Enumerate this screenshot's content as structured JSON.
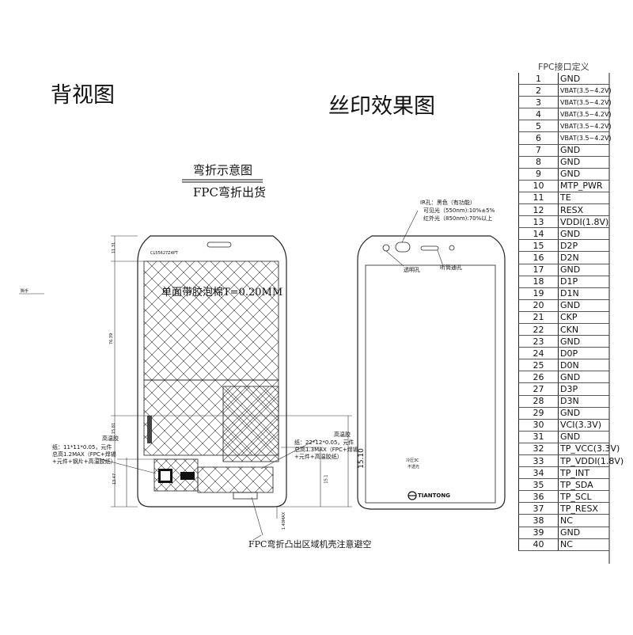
{
  "titles": {
    "rear_view": "背视图",
    "silkscreen_effect": "丝印效果图",
    "bend_diagram": "弯折示意图",
    "fpc_bend_ship": "FPC弯折出货"
  },
  "pin_table_header": "FPC接口定义",
  "pins": [
    {
      "num": "1",
      "sig": "GND"
    },
    {
      "num": "2",
      "sig": "VBAT(3.5~4.2V)"
    },
    {
      "num": "3",
      "sig": "VBAT(3.5~4.2V)"
    },
    {
      "num": "4",
      "sig": "VBAT(3.5~4.2V)"
    },
    {
      "num": "5",
      "sig": "VBAT(3.5~4.2V)"
    },
    {
      "num": "6",
      "sig": "VBAT(3.5~4.2V)"
    },
    {
      "num": "7",
      "sig": "GND"
    },
    {
      "num": "8",
      "sig": "GND"
    },
    {
      "num": "9",
      "sig": "GND"
    },
    {
      "num": "10",
      "sig": "MTP_PWR"
    },
    {
      "num": "11",
      "sig": "TE"
    },
    {
      "num": "12",
      "sig": "RESX"
    },
    {
      "num": "13",
      "sig": "VDDI(1.8V)"
    },
    {
      "num": "14",
      "sig": "GND"
    },
    {
      "num": "15",
      "sig": "D2P"
    },
    {
      "num": "16",
      "sig": "D2N"
    },
    {
      "num": "17",
      "sig": "GND"
    },
    {
      "num": "18",
      "sig": "D1P"
    },
    {
      "num": "19",
      "sig": "D1N"
    },
    {
      "num": "20",
      "sig": "GND"
    },
    {
      "num": "21",
      "sig": "CKP"
    },
    {
      "num": "22",
      "sig": "CKN"
    },
    {
      "num": "23",
      "sig": "GND"
    },
    {
      "num": "24",
      "sig": "D0P"
    },
    {
      "num": "25",
      "sig": "D0N"
    },
    {
      "num": "26",
      "sig": "GND"
    },
    {
      "num": "27",
      "sig": "D3P"
    },
    {
      "num": "28",
      "sig": "D3N"
    },
    {
      "num": "29",
      "sig": "GND"
    },
    {
      "num": "30",
      "sig": "VCI(3.3V)"
    },
    {
      "num": "31",
      "sig": "GND"
    },
    {
      "num": "32",
      "sig": "TP_VCC(3.3V)"
    },
    {
      "num": "33",
      "sig": "TP_VDDI(1.8V)"
    },
    {
      "num": "34",
      "sig": "TP_INT"
    },
    {
      "num": "35",
      "sig": "TP_SDA"
    },
    {
      "num": "36",
      "sig": "TP_SCL"
    },
    {
      "num": "37",
      "sig": "TP_RESX"
    },
    {
      "num": "38",
      "sig": "NC"
    },
    {
      "num": "39",
      "sig": "GND"
    },
    {
      "num": "40",
      "sig": "NC"
    }
  ],
  "labels": {
    "pull_tab": "撕手",
    "foam": "单面带胶泡棉T=0.20MM",
    "part_no": "CL55627Z4PT",
    "tape1_title": "高温胶",
    "tape1_l1": "纸：11*11*0.05，元件",
    "tape1_l2": "总高1.2MAX（FPC+焊锡",
    "tape1_l3": "+元件+钢片+高温胶纸）",
    "tape2_title": "高温胶",
    "tape2_l1": "纸：22*12*0.05，元件",
    "tape2_l2": "总高1.3MAX（FPC+焊锡",
    "tape2_l3": "+元件+高温胶纸）",
    "fpc_note": "FPC弯折凸出区域机壳注意避空",
    "ir_l1": "IR孔：黑色（有功能）",
    "ir_l2": "可见光（550nm):10%±5%",
    "ir_l3": "红外光（850nm):70%以上",
    "transparent_hole": "透明孔",
    "receiver_hole": "听筒通孔",
    "cold_press_l1": "冷压3C",
    "cold_press_l2": "不透光",
    "brand": "TIANTONG"
  },
  "dimensions": {
    "d1": "15.10",
    "d2": "15.1",
    "d3": "15.81",
    "d4": "76.39",
    "d5": "11.31",
    "d6": "13.47",
    "d7": "1.40MAX"
  }
}
